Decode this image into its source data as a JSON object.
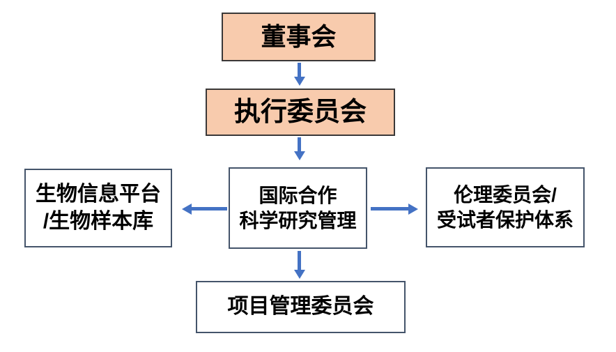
{
  "diagram": {
    "type": "org-flowchart",
    "colors": {
      "highlight_fill": "#f8cbad",
      "highlight_border": "#3a3838",
      "node_fill": "#ffffff",
      "node_border": "#44546a",
      "arrow": "#4472c4",
      "text": "#000000"
    },
    "nodes": {
      "board": {
        "label": "董事会"
      },
      "exec": {
        "label": "执行委员会"
      },
      "center": {
        "line1": "国际合作",
        "line2": "科学研究管理"
      },
      "left": {
        "line1": "生物信息平台",
        "line2": "/生物样本库"
      },
      "right": {
        "line1": "伦理委员会/",
        "line2": "受试者保护体系"
      },
      "bottom": {
        "label": "项目管理委员会"
      }
    },
    "edges": [
      {
        "from": "board",
        "to": "exec",
        "direction": "down"
      },
      {
        "from": "exec",
        "to": "center",
        "direction": "down"
      },
      {
        "from": "center",
        "to": "left",
        "direction": "left"
      },
      {
        "from": "center",
        "to": "right",
        "direction": "right"
      },
      {
        "from": "center",
        "to": "bottom",
        "direction": "down"
      }
    ]
  }
}
